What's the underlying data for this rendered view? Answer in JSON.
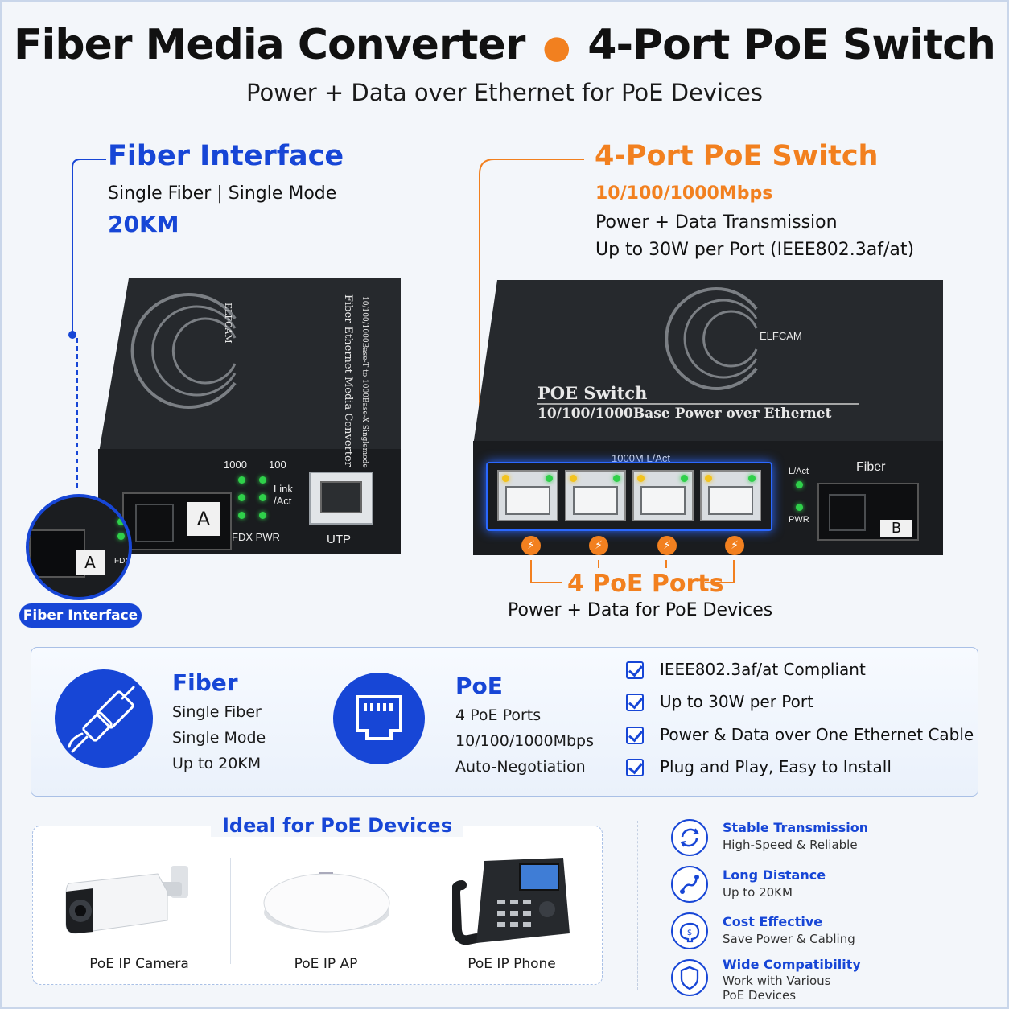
{
  "header": {
    "title_left": "Fiber Media Converter",
    "title_right": "4-Port PoE Switch",
    "subtitle": "Power + Data over Ethernet for PoE Devices"
  },
  "fiber_callout": {
    "title": "Fiber Interface",
    "line1": "Single Fiber  |  Single Mode",
    "line2": "20KM"
  },
  "switch_callout": {
    "title": "4-Port PoE Switch",
    "speed": "10/100/1000Mbps",
    "line1": "Power + Data Transmission",
    "line2": "Up to 30W per Port (IEEE802.3af/at)"
  },
  "converter": {
    "brand": "ELFCAM",
    "label1": "Fiber Ethernet Media Converter",
    "label2": "10/100/1000Base-T to 1000Base-X Singlemode",
    "led_1000": "1000",
    "led_100": "100",
    "link_act": "Link",
    "link_act2": "/Act",
    "fdx_pwr": "FDX  PWR",
    "utp": "UTP",
    "port_a": "A",
    "zoom_fdx": "FDX",
    "zoom_badge": "Fiber Interface"
  },
  "switch_device": {
    "brand": "ELFCAM",
    "name": "POE Switch",
    "desc": "10/100/1000Base Power over Ethernet",
    "ports_label": "1000M  L/Act",
    "lact": "L/Act",
    "pwr": "PWR",
    "fiber": "Fiber",
    "port_b": "B",
    "poe_ports": "4 PoE Ports",
    "poe_ports_sub": "Power + Data for PoE Devices"
  },
  "features": {
    "fiber": {
      "title": "Fiber",
      "lines": [
        "Single Fiber",
        "Single Mode",
        "Up to 20KM"
      ]
    },
    "poe": {
      "title": "PoE",
      "lines": [
        "4 PoE Ports",
        "10/100/1000Mbps",
        "Auto-Negotiation"
      ]
    },
    "checks": [
      "IEEE802.3af/at Compliant",
      "Up to 30W per Port",
      "Power & Data over One Ethernet Cable",
      "Plug and Play, Easy to Install"
    ]
  },
  "ideal": {
    "title": "Ideal for PoE Devices",
    "products": [
      "PoE IP Camera",
      "PoE IP AP",
      "PoE IP Phone"
    ]
  },
  "benefits": [
    {
      "title": "Stable Transmission",
      "sub": "High-Speed & Reliable",
      "sub2": ""
    },
    {
      "title": "Long Distance",
      "sub": "Up to 20KM",
      "sub2": ""
    },
    {
      "title": "Cost Effective",
      "sub": "Save Power & Cabling",
      "sub2": ""
    },
    {
      "title": "Wide Compatibility",
      "sub": "Work with Various",
      "sub2": "PoE Devices"
    }
  ],
  "colors": {
    "blue": "#1746d6",
    "orange": "#f2801f",
    "device": "#1e2124"
  },
  "icons": [
    "bolt-icon",
    "fiber-connector-icon",
    "ethernet-port-icon",
    "check-icon",
    "sync-icon",
    "route-icon",
    "piggy-bank-icon",
    "shield-icon"
  ]
}
